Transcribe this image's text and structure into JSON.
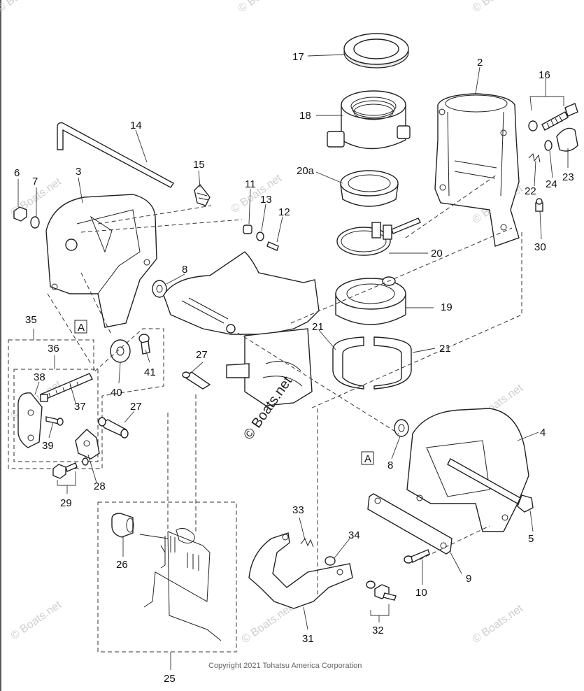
{
  "copyright": "Copyright 2021 Tohatsu America Corporation",
  "watermark": "© Boats.net",
  "center_watermark": "© Boats.net",
  "ref_box_label": "A",
  "callouts": {
    "c2": "2",
    "c3": "3",
    "c4": "4",
    "c5": "5",
    "c6": "6",
    "c7": "7",
    "c8a": "8",
    "c8b": "8",
    "c9": "9",
    "c10": "10",
    "c11": "11",
    "c12": "12",
    "c13": "13",
    "c14": "14",
    "c15": "15",
    "c16": "16",
    "c17": "17",
    "c18": "18",
    "c19": "19",
    "c20": "20",
    "c20a": "20a",
    "c21a": "21",
    "c21b": "21",
    "c22": "22",
    "c23": "23",
    "c24": "24",
    "c25": "25",
    "c26": "26",
    "c27a": "27",
    "c27b": "27",
    "c28": "28",
    "c29": "29",
    "c30": "30",
    "c31": "31",
    "c32": "32",
    "c33": "33",
    "c34": "34",
    "c35": "35",
    "c36": "36",
    "c37": "37",
    "c38": "38",
    "c39": "39",
    "c40": "40",
    "c41": "41"
  }
}
